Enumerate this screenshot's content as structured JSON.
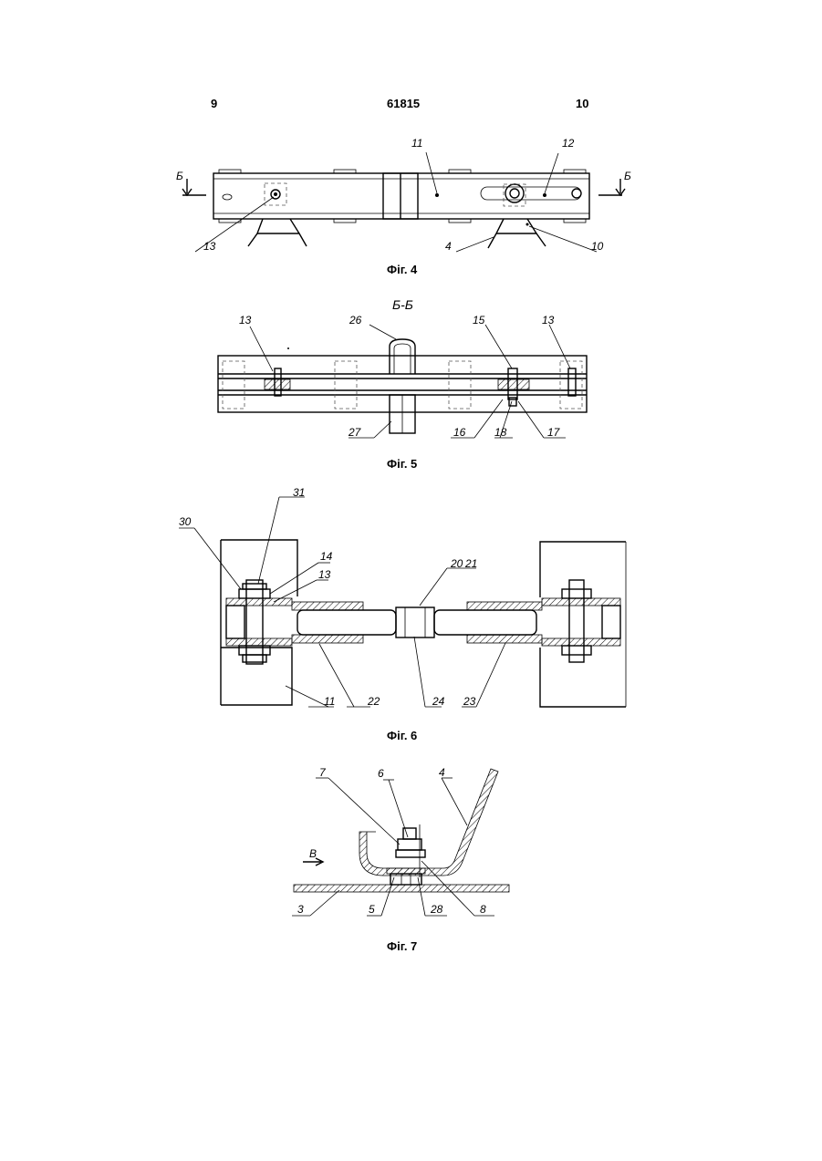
{
  "header": {
    "left_page": "9",
    "patent_number": "61815",
    "right_page": "10"
  },
  "figures": [
    {
      "caption": "Фіг. 4",
      "labels": [
        "Б",
        "Б",
        "11",
        "12",
        "13",
        "4",
        "10"
      ]
    },
    {
      "caption": "Фіг. 5",
      "section": "Б-Б",
      "labels": [
        "13",
        "26",
        "15",
        "13",
        "27",
        "16",
        "18",
        "17"
      ]
    },
    {
      "caption": "Фіг. 6",
      "labels": [
        "30",
        "31",
        "14",
        "13",
        "20",
        "21",
        "11",
        "22",
        "24",
        "23"
      ]
    },
    {
      "caption": "Фіг. 7",
      "labels": [
        "7",
        "6",
        "4",
        "В",
        "3",
        "5",
        "28",
        "8"
      ]
    }
  ]
}
